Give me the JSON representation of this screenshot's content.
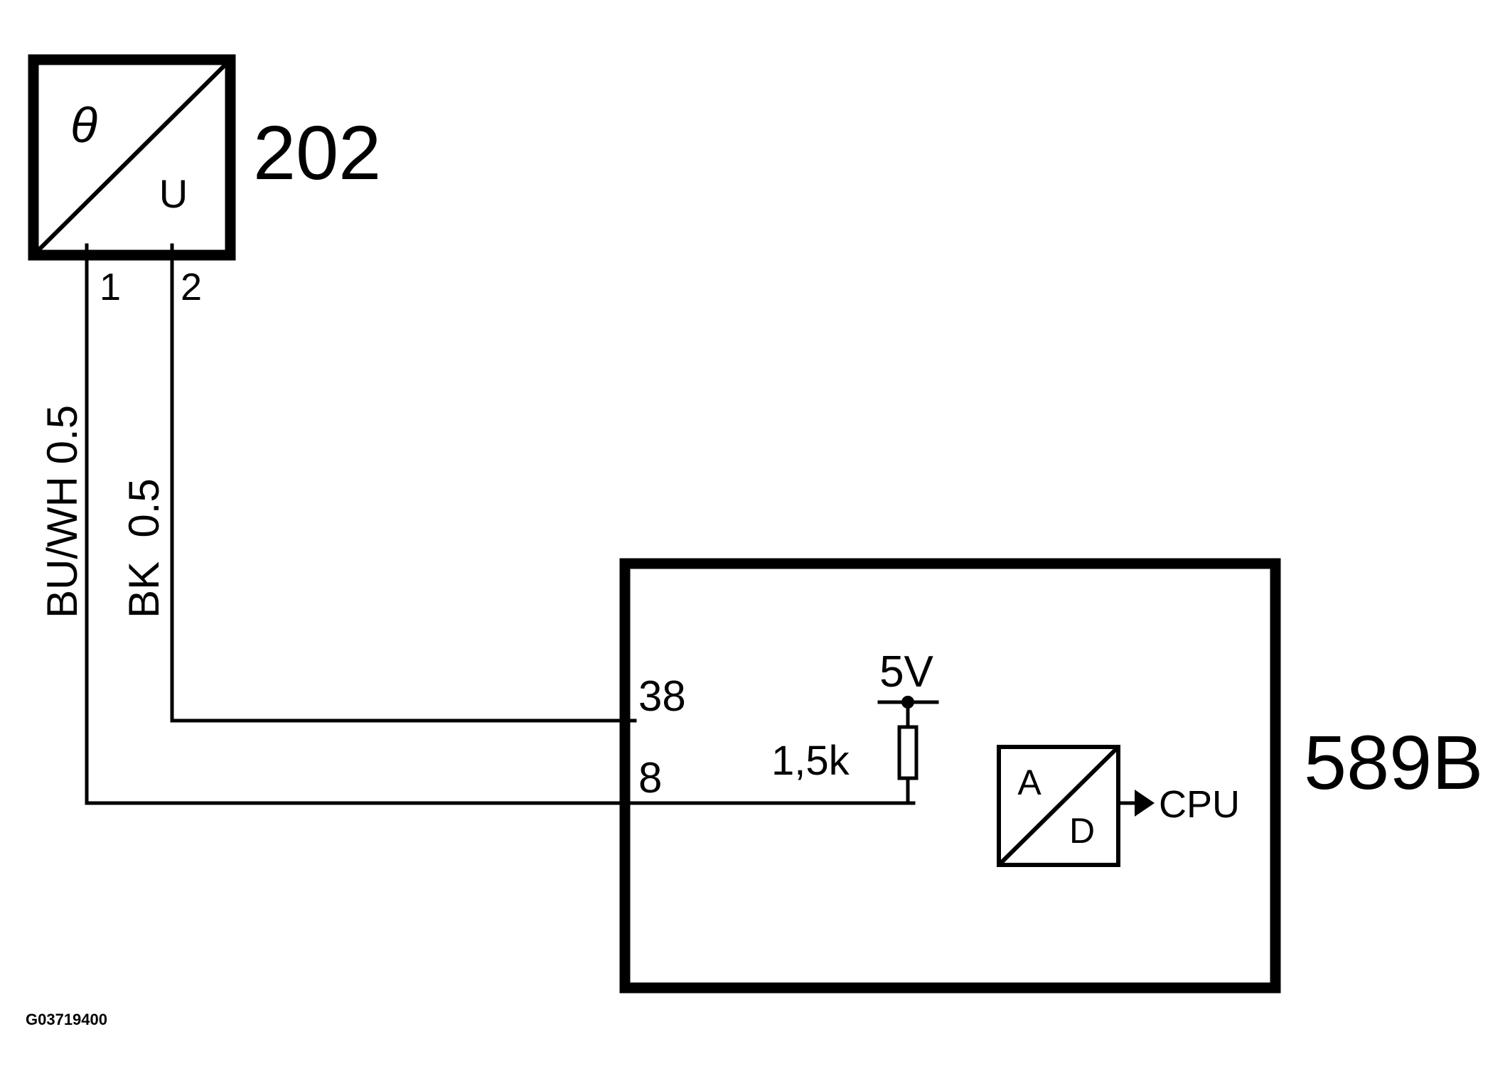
{
  "sensor": {
    "id": "202",
    "input_symbol": "θ",
    "output_symbol": "U",
    "pins": [
      "1",
      "2"
    ]
  },
  "wires": [
    {
      "label": "BU/WH 0.5",
      "from_pin": "1",
      "to_pin": "8"
    },
    {
      "label": "BK  0.5",
      "from_pin": "2",
      "to_pin": "38"
    }
  ],
  "control_unit": {
    "id": "589B",
    "pins": [
      "38",
      "8"
    ],
    "supply": "5V",
    "resistor": "1,5k",
    "converter": {
      "input": "A",
      "output": "D"
    },
    "output": "CPU"
  },
  "figure_code": "G03719400"
}
